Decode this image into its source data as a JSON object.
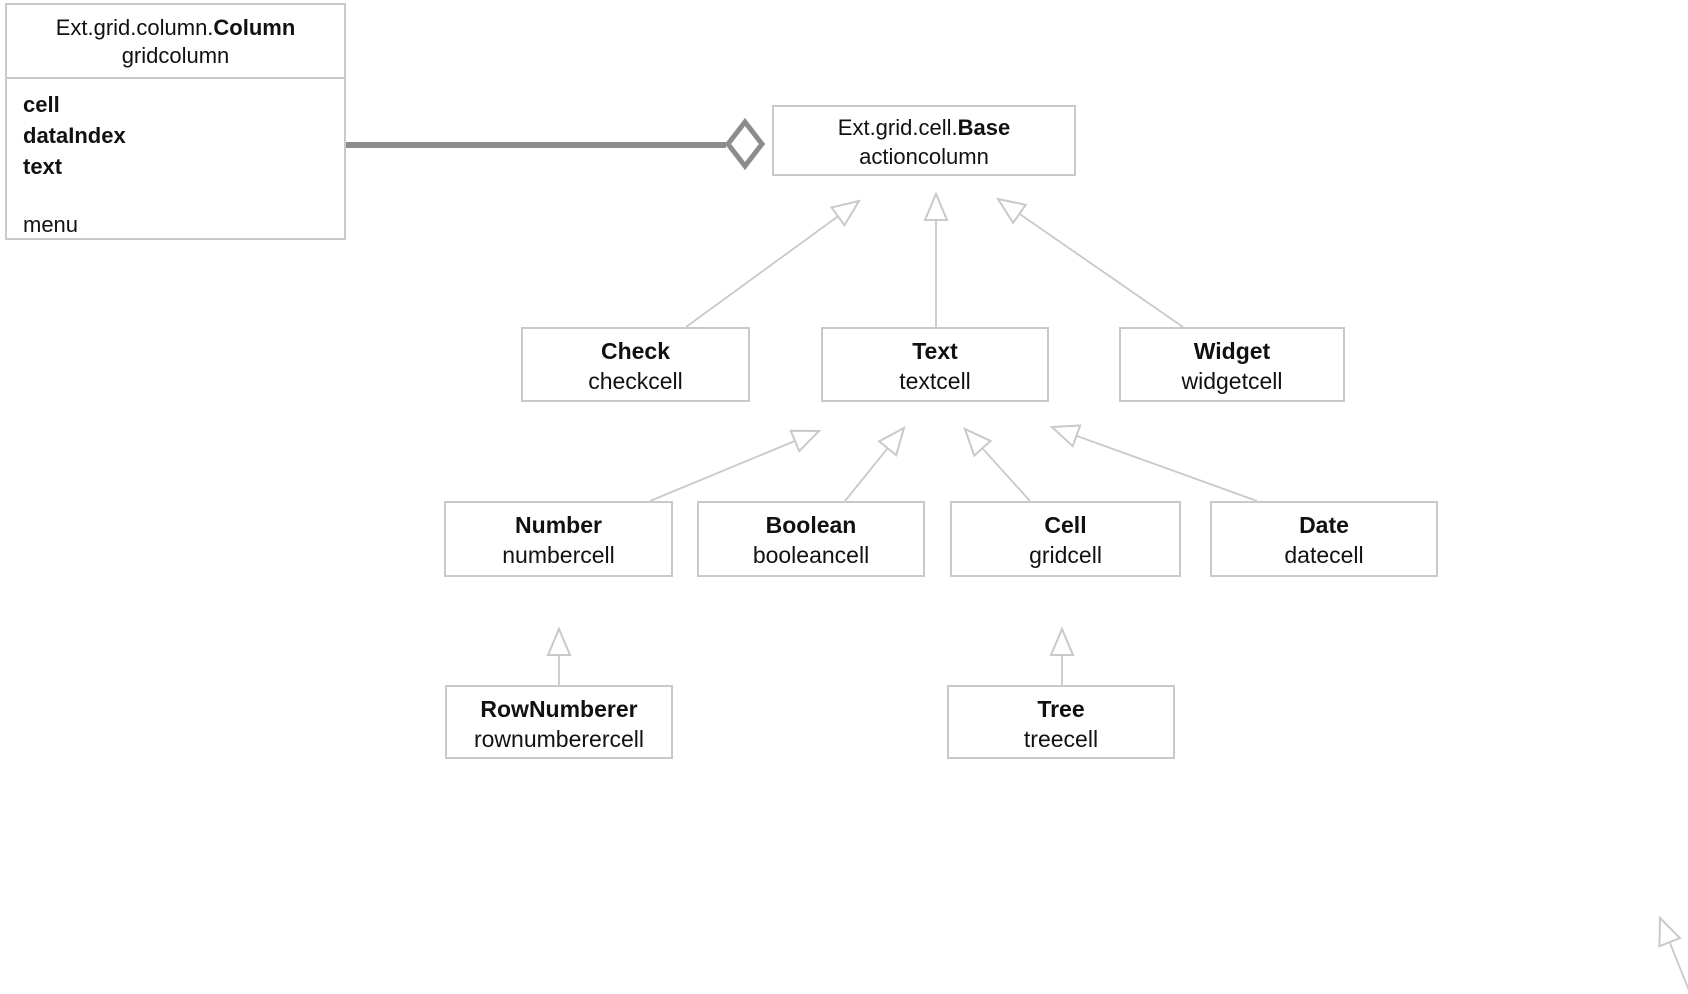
{
  "column_box": {
    "package": "Ext.grid.column.",
    "name": "Column",
    "alias": "gridcolumn",
    "attributes": [
      "cell",
      "dataIndex",
      "text"
    ],
    "more_attributes": [
      "menu"
    ]
  },
  "base_box": {
    "package": "Ext.grid.cell.",
    "name": "Base",
    "alias": "actioncolumn"
  },
  "classes": {
    "check": {
      "name": "Check",
      "alias": "checkcell"
    },
    "text": {
      "name": "Text",
      "alias": "textcell"
    },
    "widget": {
      "name": "Widget",
      "alias": "widgetcell"
    },
    "number": {
      "name": "Number",
      "alias": "numbercell"
    },
    "boolean": {
      "name": "Boolean",
      "alias": "booleancell"
    },
    "cell": {
      "name": "Cell",
      "alias": "gridcell"
    },
    "date": {
      "name": "Date",
      "alias": "datecell"
    },
    "rownumberer": {
      "name": "RowNumberer",
      "alias": "rownumberercell"
    },
    "tree": {
      "name": "Tree",
      "alias": "treecell"
    }
  },
  "colors": {
    "box_border": "#c9c9c9",
    "edge_stroke": "#c9c9c9",
    "aggregation": "#8c8c8c",
    "text": "#111111",
    "background": "#ffffff"
  }
}
